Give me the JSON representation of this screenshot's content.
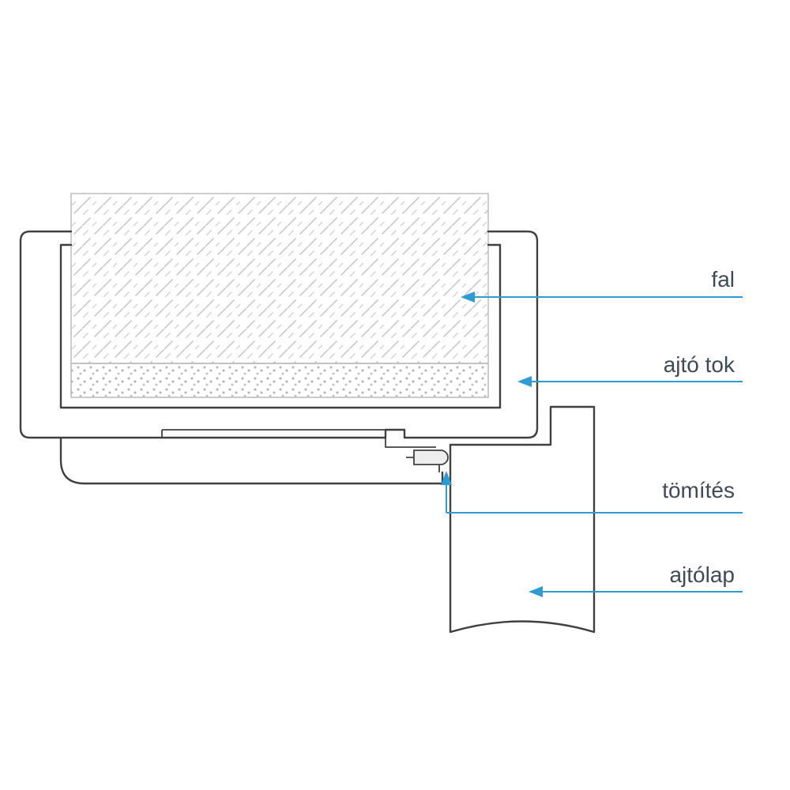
{
  "diagram": {
    "type": "technical-cross-section",
    "subject": "door frame wall junction detail",
    "labels": {
      "fal": "fal",
      "ajto_tok": "ajtó tok",
      "tomites": "tömítés",
      "ajtolap": "ajtólap"
    },
    "colors": {
      "annotation_blue": "#2e9bd5",
      "outline_dark": "#404040",
      "hatch_gray": "#c8c8c8",
      "stipple_gray": "#b0b0b0",
      "label_text": "#3e4a58",
      "background": "#ffffff"
    }
  }
}
